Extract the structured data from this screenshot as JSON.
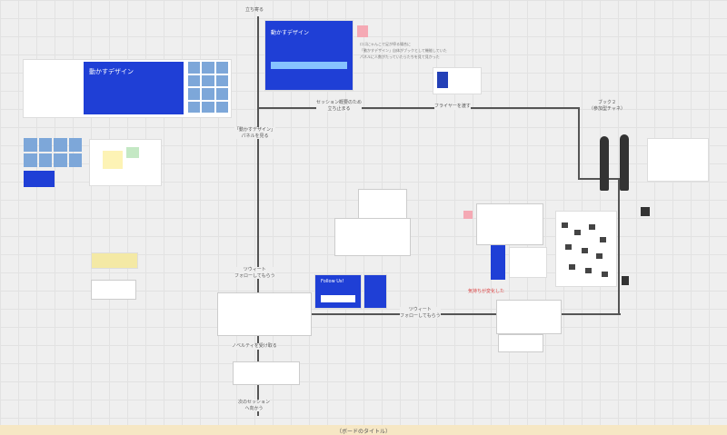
{
  "canvas": {
    "label_top": "立ち寄る",
    "label_session": "セッション概要のため\n立ち止まる",
    "label_flyer": "フライヤーを渡す",
    "label_book": "ブック２\n（参加型チャネ）",
    "label_panel": "「動かすデザイン」\nパネルを見る",
    "label_follow_left": "ツウィート\nフォローしてもらう",
    "label_follow_right": "ツウィート\nフォローしてもらう",
    "label_novelty": "ノベルティを受け取る",
    "label_next": "次のセッション\nへ向かう",
    "red_note": "気持ちが変化した",
    "bottom_text": "（ボードのタイトル）"
  },
  "slides": {
    "main_title": "動かすデザイン",
    "top_title": "動かすデザイン",
    "follow_title": "Follow Us!"
  },
  "notes": {
    "top_right_1": "ロゴにゃんこで足が停る場合に",
    "top_right_2": "「動かすデザイン」自体がブックとして機能していた",
    "top_right_3": "パネルに人数がたっていたらたちを見て見かった"
  }
}
